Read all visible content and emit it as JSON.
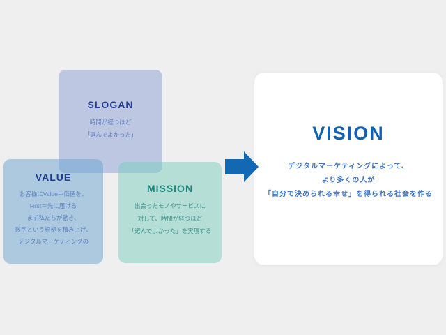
{
  "background_color": "#efefef",
  "colors": {
    "slogan_box": "rgba(139,159,213,0.5)",
    "value_box": "rgba(107,163,209,0.5)",
    "mission_box": "rgba(121,205,189,0.5)",
    "navy_title": "#223e93",
    "teal_title": "#20877e",
    "blue_body": "#5e82c2",
    "teal_body": "#3f968e",
    "vision_title": "#1162b3",
    "vision_body": "#3a72bd",
    "arrow": "#1268b3",
    "panel": "#ffffff"
  },
  "boxes": {
    "slogan": {
      "title": "SLOGAN",
      "lines": [
        "時間が経つほど",
        "「選んでよかった」"
      ]
    },
    "value": {
      "title": "VALUE",
      "lines": [
        "お客様にValue＝価値を、",
        "First＝先に届ける",
        "まず私たちが動き、",
        "数字という根拠を積み上げ、",
        "デジタルマーケティングの"
      ]
    },
    "mission": {
      "title": "MISSION",
      "lines": [
        "出会ったモノやサービスに",
        "対して、時間が経つほど",
        "「選んでよかった」を実現する"
      ]
    }
  },
  "vision": {
    "title": "VISION",
    "lines": [
      "デジタルマーケティングによって、",
      "より多くの人が",
      "「自分で決められる幸せ」を得られる社会を作る"
    ]
  },
  "arrow": {
    "name": "right-arrow"
  }
}
